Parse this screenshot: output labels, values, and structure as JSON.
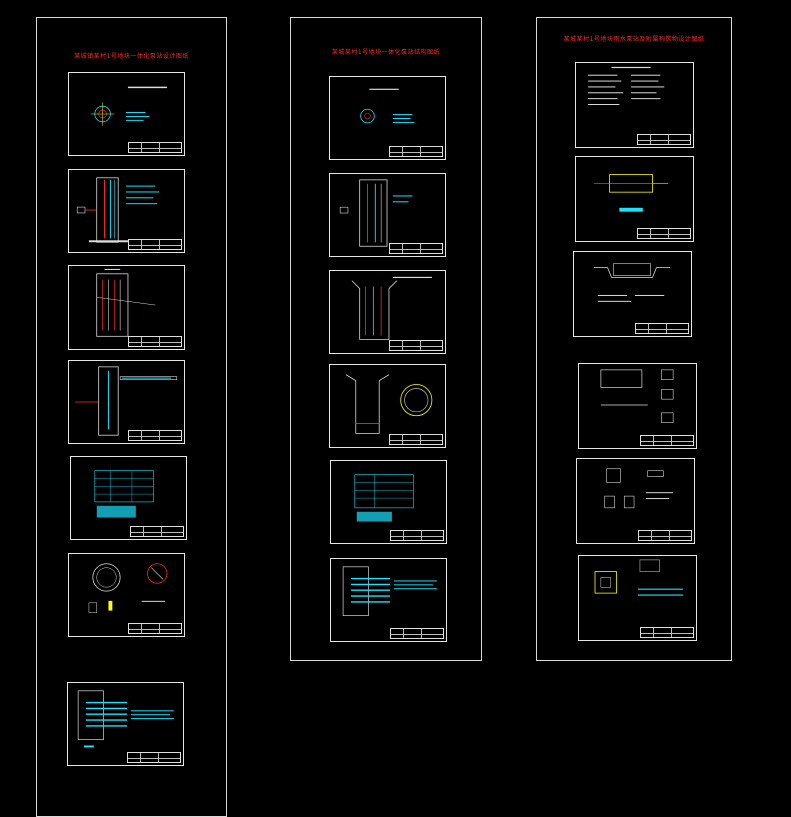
{
  "canvas": {
    "background": "#000000",
    "line_color": "#e6e6e6",
    "accent_cyan": "#19e3ff",
    "accent_red": "#ff2a2a",
    "accent_yellow": "#ffff00"
  },
  "columns": [
    {
      "title": "某城镇某村1号地块一体化泵站设计图纸",
      "sheet_count": 7
    },
    {
      "title": "某城某村1号地块一体化泵站结构图纸",
      "sheet_count": 6
    },
    {
      "title": "某城某村1号地块雨水泵站及附属构筑物设计图纸",
      "sheet_count": 6
    }
  ]
}
